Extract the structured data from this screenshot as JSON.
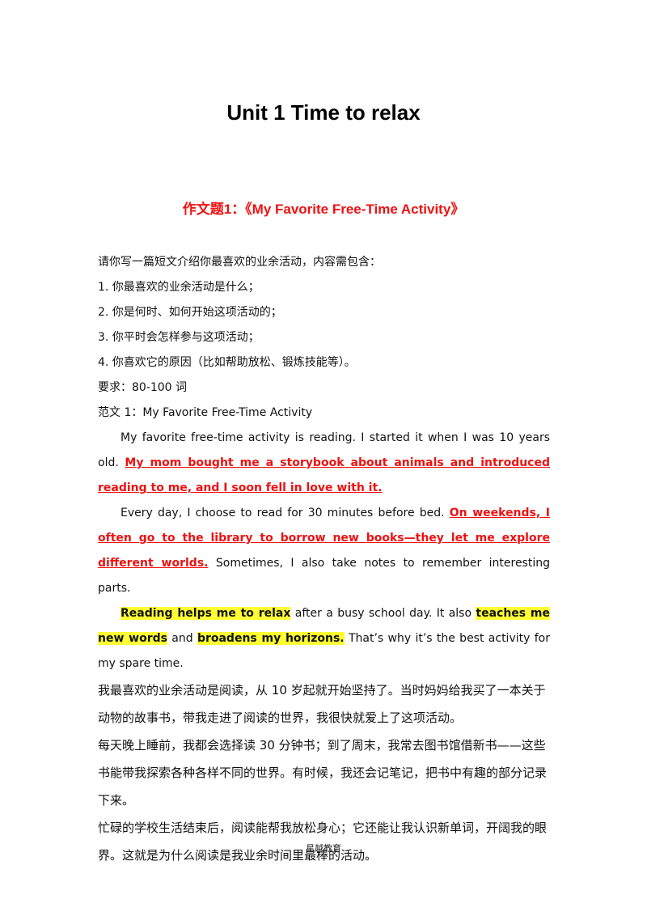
{
  "title": "Unit 1 Time to relax",
  "subtitle": "作文题1：《My Favorite Free-Time Activity》",
  "prompt": {
    "intro": "请你写一篇短文介绍你最喜欢的业余活动，内容需包含：",
    "items": [
      "1.  你最喜欢的业余活动是什么；",
      "2.  你是何时、如何开始这项活动的；",
      "3.  你平时会怎样参与这项活动；",
      "4.  你喜欢它的原因（比如帮助放松、锻炼技能等）。"
    ],
    "requirement": "要求：80-100 词",
    "sample_label": "范文 1：My Favorite Free-Time Activity"
  },
  "essay": {
    "p1_a": "My favorite free-time activity is reading. I started it when I was 10 years old. ",
    "p1_b": "My mom bought me a storybook about animals and introduced reading to me, and I soon fell in love with it.",
    "p2_a": "Every day, I choose to read for 30 minutes before bed. ",
    "p2_b": "On weekends, I often go to the library to borrow new books—they let me explore different worlds.",
    "p2_c": " Sometimes, I also take notes to remember interesting parts.",
    "p3_h1": "Reading helps me to relax",
    "p3_t1": " after a busy school day. It also ",
    "p3_h2": "teaches me new words",
    "p3_t2": " and ",
    "p3_h3": "broadens my horizons.",
    "p3_t3": " That’s why it’s the best activity for my spare time."
  },
  "translation": [
    "我最喜欢的业余活动是阅读，从 10 岁起就开始坚持了。当时妈妈给我买了一本关于动物的故事书，带我走进了阅读的世界，我很快就爱上了这项活动。",
    "每天晚上睡前，我都会选择读 30 分钟书；到了周末，我常去图书馆借新书——这些书能带我探索各种各样不同的世界。有时候，我还会记笔记，把书中有趣的部分记录下来。",
    "忙碌的学校生活结束后，阅读能帮我放松身心；它还能让我认识新单词，开阔我的眼界。这就是为什么阅读是我业余时间里最棒的活动。"
  ],
  "footer": "星越教育",
  "colors": {
    "red": "#ee1111",
    "highlight": "#ffff33"
  }
}
